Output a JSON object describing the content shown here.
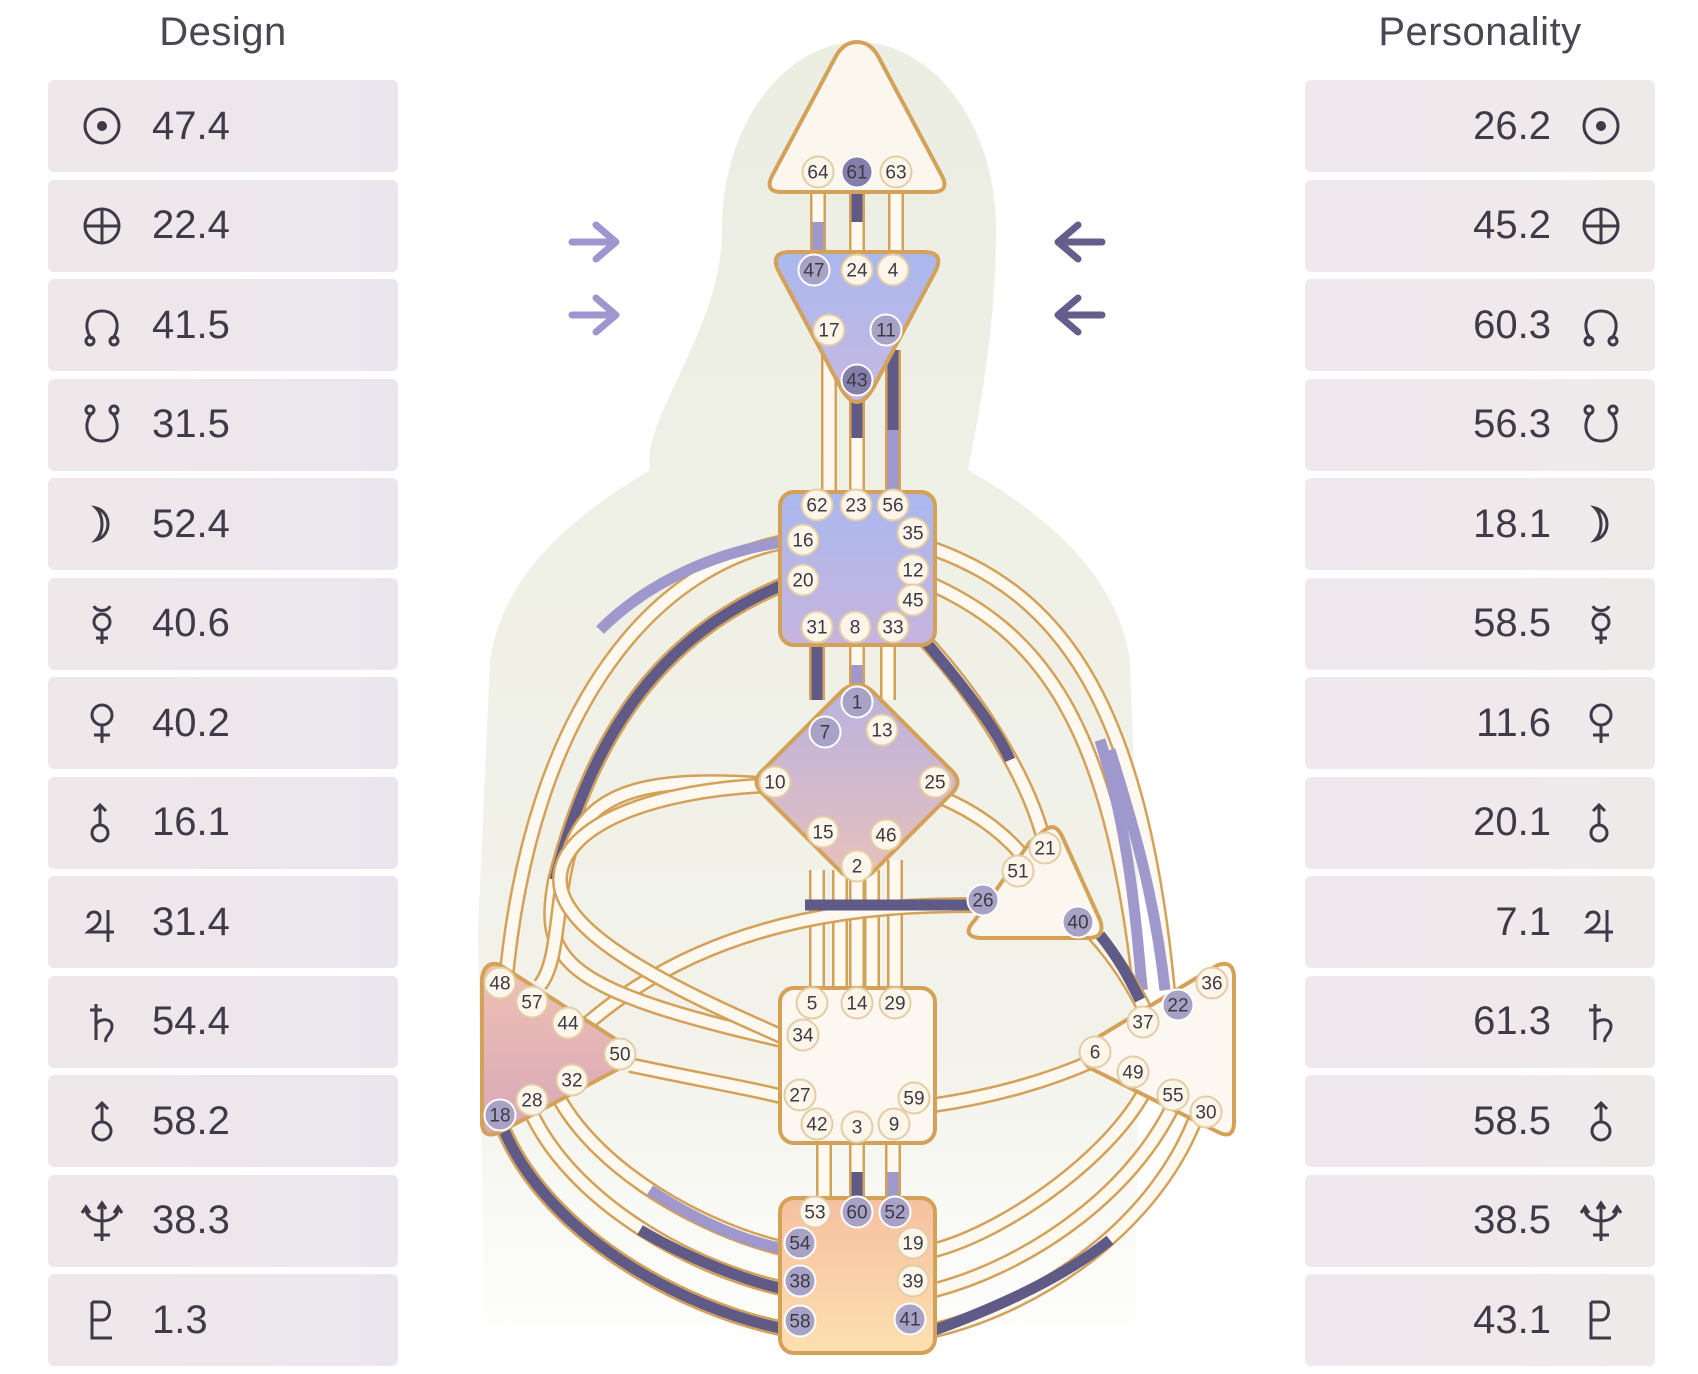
{
  "design": {
    "title": "Design",
    "rows": [
      {
        "planet": "sun-icon",
        "value": "47.4"
      },
      {
        "planet": "earth-icon",
        "value": "22.4"
      },
      {
        "planet": "north-node-icon",
        "value": "41.5"
      },
      {
        "planet": "south-node-icon",
        "value": "31.5"
      },
      {
        "planet": "moon-icon",
        "value": "52.4"
      },
      {
        "planet": "mercury-icon",
        "value": "40.6"
      },
      {
        "planet": "venus-icon",
        "value": "40.2"
      },
      {
        "planet": "mars-icon",
        "value": "16.1"
      },
      {
        "planet": "jupiter-icon",
        "value": "31.4"
      },
      {
        "planet": "saturn-icon",
        "value": "54.4"
      },
      {
        "planet": "uranus-icon",
        "value": "58.2"
      },
      {
        "planet": "neptune-icon",
        "value": "38.3"
      },
      {
        "planet": "pluto-icon",
        "value": "1.3"
      }
    ]
  },
  "personality": {
    "title": "Personality",
    "rows": [
      {
        "planet": "sun-icon",
        "value": "26.2"
      },
      {
        "planet": "earth-icon",
        "value": "45.2"
      },
      {
        "planet": "north-node-icon",
        "value": "60.3"
      },
      {
        "planet": "south-node-icon",
        "value": "56.3"
      },
      {
        "planet": "moon-icon",
        "value": "18.1"
      },
      {
        "planet": "mercury-icon",
        "value": "58.5"
      },
      {
        "planet": "venus-icon",
        "value": "11.6"
      },
      {
        "planet": "mars-icon",
        "value": "20.1"
      },
      {
        "planet": "jupiter-icon",
        "value": "7.1"
      },
      {
        "planet": "saturn-icon",
        "value": "61.3"
      },
      {
        "planet": "uranus-icon",
        "value": "58.5"
      },
      {
        "planet": "neptune-icon",
        "value": "38.5"
      },
      {
        "planet": "pluto-icon",
        "value": "43.1"
      }
    ]
  },
  "arrows": {
    "left": [
      "arrow-right-icon",
      "arrow-right-icon"
    ],
    "right": [
      "arrow-left-icon",
      "arrow-left-icon"
    ]
  },
  "colors": {
    "outline": "#d4a158",
    "channel_fill": "#fdf8f0",
    "design_active": "#9f98cc",
    "personality_active": "#5f5a86",
    "gate_design": "#a8a2c6",
    "gate_personality": "#857fab",
    "gate_inactive": "#fbf5ea",
    "silhouette": "#eeefe4"
  },
  "centers": [
    {
      "name": "head",
      "gates": [
        {
          "n": "64",
          "s": "none"
        },
        {
          "n": "61",
          "s": "p"
        },
        {
          "n": "63",
          "s": "none"
        }
      ]
    },
    {
      "name": "ajna",
      "gates": [
        {
          "n": "47",
          "s": "d"
        },
        {
          "n": "24",
          "s": "none"
        },
        {
          "n": "4",
          "s": "none"
        },
        {
          "n": "17",
          "s": "none"
        },
        {
          "n": "11",
          "s": "d"
        },
        {
          "n": "43",
          "s": "p"
        }
      ]
    },
    {
      "name": "throat",
      "gates": [
        {
          "n": "62",
          "s": "none"
        },
        {
          "n": "23",
          "s": "none"
        },
        {
          "n": "56",
          "s": "none"
        },
        {
          "n": "16",
          "s": "none"
        },
        {
          "n": "35",
          "s": "none"
        },
        {
          "n": "20",
          "s": "none"
        },
        {
          "n": "12",
          "s": "none"
        },
        {
          "n": "45",
          "s": "none"
        },
        {
          "n": "31",
          "s": "none"
        },
        {
          "n": "8",
          "s": "none"
        },
        {
          "n": "33",
          "s": "none"
        }
      ]
    },
    {
      "name": "g",
      "gates": [
        {
          "n": "1",
          "s": "d"
        },
        {
          "n": "7",
          "s": "d"
        },
        {
          "n": "13",
          "s": "none"
        },
        {
          "n": "10",
          "s": "none"
        },
        {
          "n": "25",
          "s": "none"
        },
        {
          "n": "15",
          "s": "none"
        },
        {
          "n": "46",
          "s": "none"
        },
        {
          "n": "2",
          "s": "none"
        }
      ]
    },
    {
      "name": "heart",
      "gates": [
        {
          "n": "21",
          "s": "none"
        },
        {
          "n": "51",
          "s": "none"
        },
        {
          "n": "26",
          "s": "d"
        },
        {
          "n": "40",
          "s": "d"
        }
      ]
    },
    {
      "name": "sacral",
      "gates": [
        {
          "n": "5",
          "s": "none"
        },
        {
          "n": "14",
          "s": "none"
        },
        {
          "n": "29",
          "s": "none"
        },
        {
          "n": "34",
          "s": "none"
        },
        {
          "n": "27",
          "s": "none"
        },
        {
          "n": "59",
          "s": "none"
        },
        {
          "n": "42",
          "s": "none"
        },
        {
          "n": "3",
          "s": "none"
        },
        {
          "n": "9",
          "s": "none"
        }
      ]
    },
    {
      "name": "spleen",
      "gates": [
        {
          "n": "48",
          "s": "none"
        },
        {
          "n": "57",
          "s": "none"
        },
        {
          "n": "44",
          "s": "none"
        },
        {
          "n": "50",
          "s": "none"
        },
        {
          "n": "32",
          "s": "none"
        },
        {
          "n": "28",
          "s": "none"
        },
        {
          "n": "18",
          "s": "d"
        }
      ]
    },
    {
      "name": "solar-plexus",
      "gates": [
        {
          "n": "36",
          "s": "none"
        },
        {
          "n": "22",
          "s": "d"
        },
        {
          "n": "37",
          "s": "none"
        },
        {
          "n": "6",
          "s": "none"
        },
        {
          "n": "49",
          "s": "none"
        },
        {
          "n": "55",
          "s": "none"
        },
        {
          "n": "30",
          "s": "none"
        }
      ]
    },
    {
      "name": "root",
      "gates": [
        {
          "n": "53",
          "s": "none"
        },
        {
          "n": "60",
          "s": "d"
        },
        {
          "n": "52",
          "s": "d"
        },
        {
          "n": "54",
          "s": "d"
        },
        {
          "n": "19",
          "s": "none"
        },
        {
          "n": "38",
          "s": "d"
        },
        {
          "n": "39",
          "s": "none"
        },
        {
          "n": "58",
          "s": "d"
        },
        {
          "n": "41",
          "s": "d"
        }
      ]
    }
  ]
}
